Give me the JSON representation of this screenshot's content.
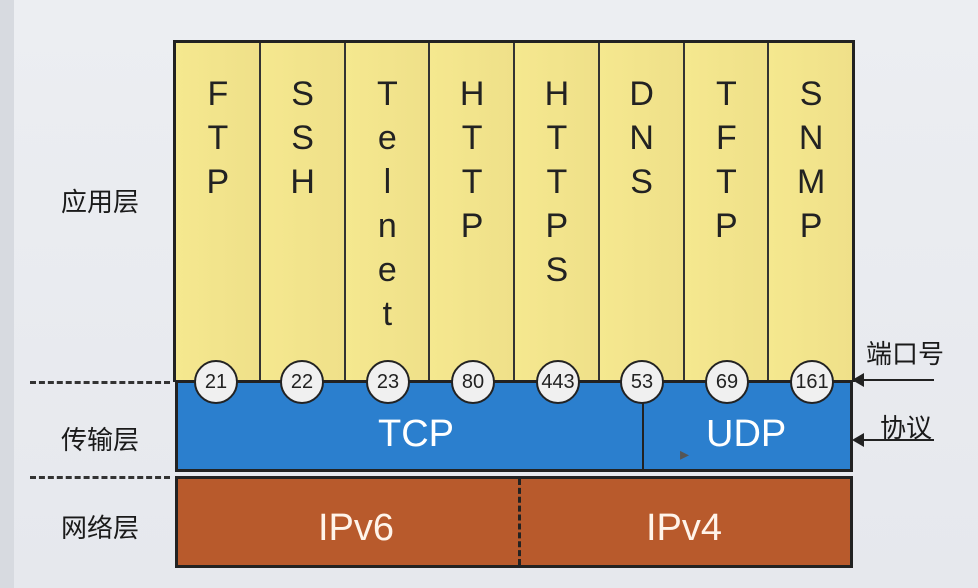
{
  "layers": {
    "application": "应用层",
    "transport": "传输层",
    "network": "网络层"
  },
  "protocols": [
    "FTP",
    "SSH",
    "Telnet",
    "HTTP",
    "HTTPS",
    "DNS",
    "TFTP",
    "SNMP"
  ],
  "ports": [
    "21",
    "22",
    "23",
    "80",
    "443",
    "53",
    "69",
    "161"
  ],
  "transport": {
    "tcp": "TCP",
    "udp": "UDP"
  },
  "network": {
    "ipv6": "IPv6",
    "ipv4": "IPv4"
  },
  "annotations": {
    "port": "端口号",
    "protocol": "协议"
  },
  "colors": {
    "application": "#f2e48a",
    "transport": "#2b7fce",
    "network": "#b85a2c"
  }
}
